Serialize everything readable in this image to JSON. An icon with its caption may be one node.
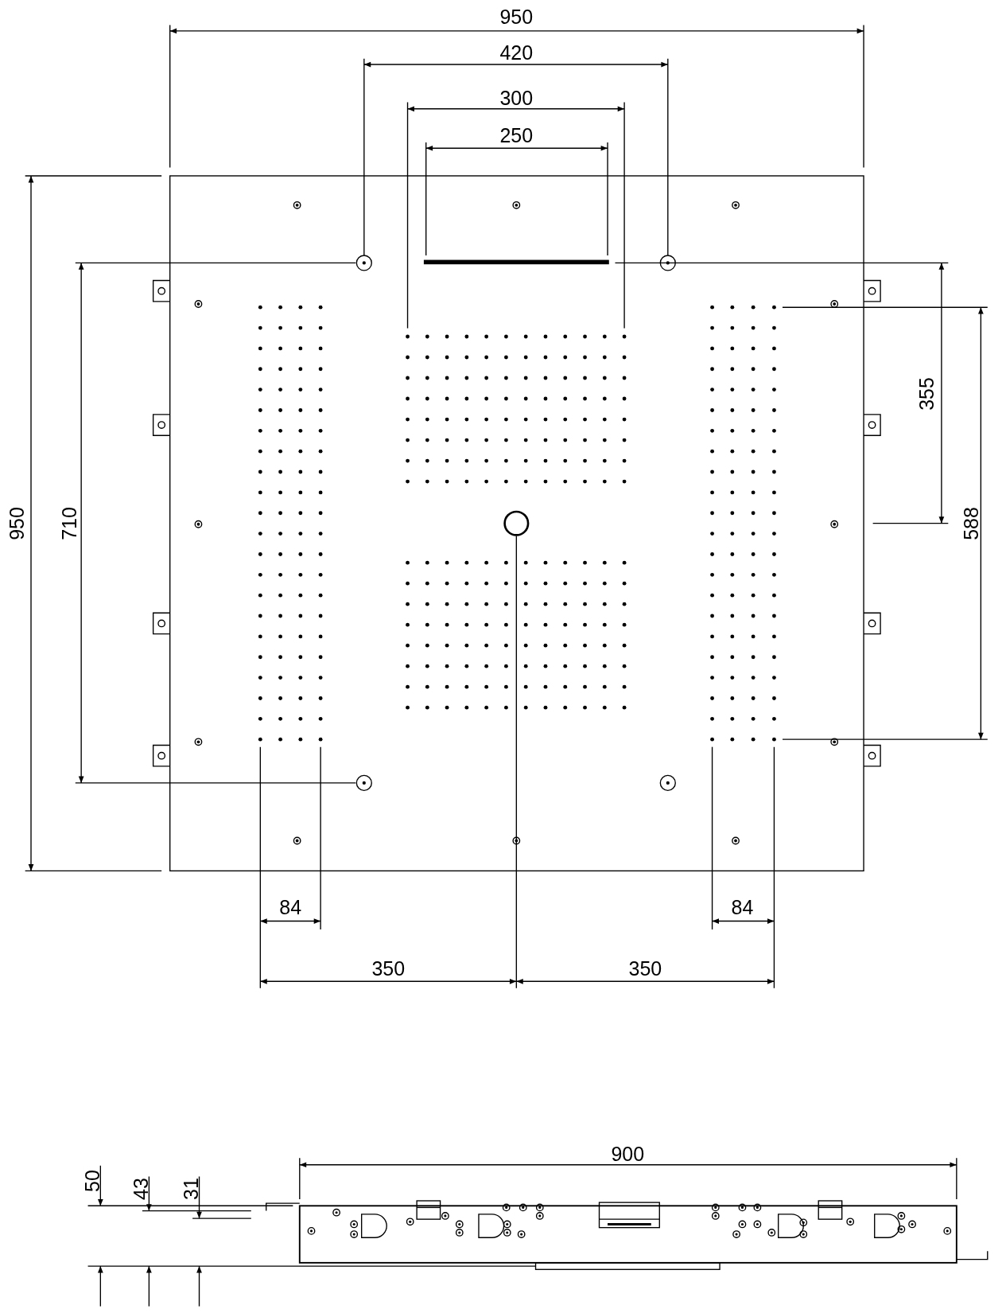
{
  "diagram": {
    "labels": [
      "950",
      "420",
      "300",
      "250",
      "950",
      "710",
      "355",
      "588",
      "84",
      "84",
      "350",
      "350",
      "900",
      "50",
      "43",
      "31"
    ]
  }
}
